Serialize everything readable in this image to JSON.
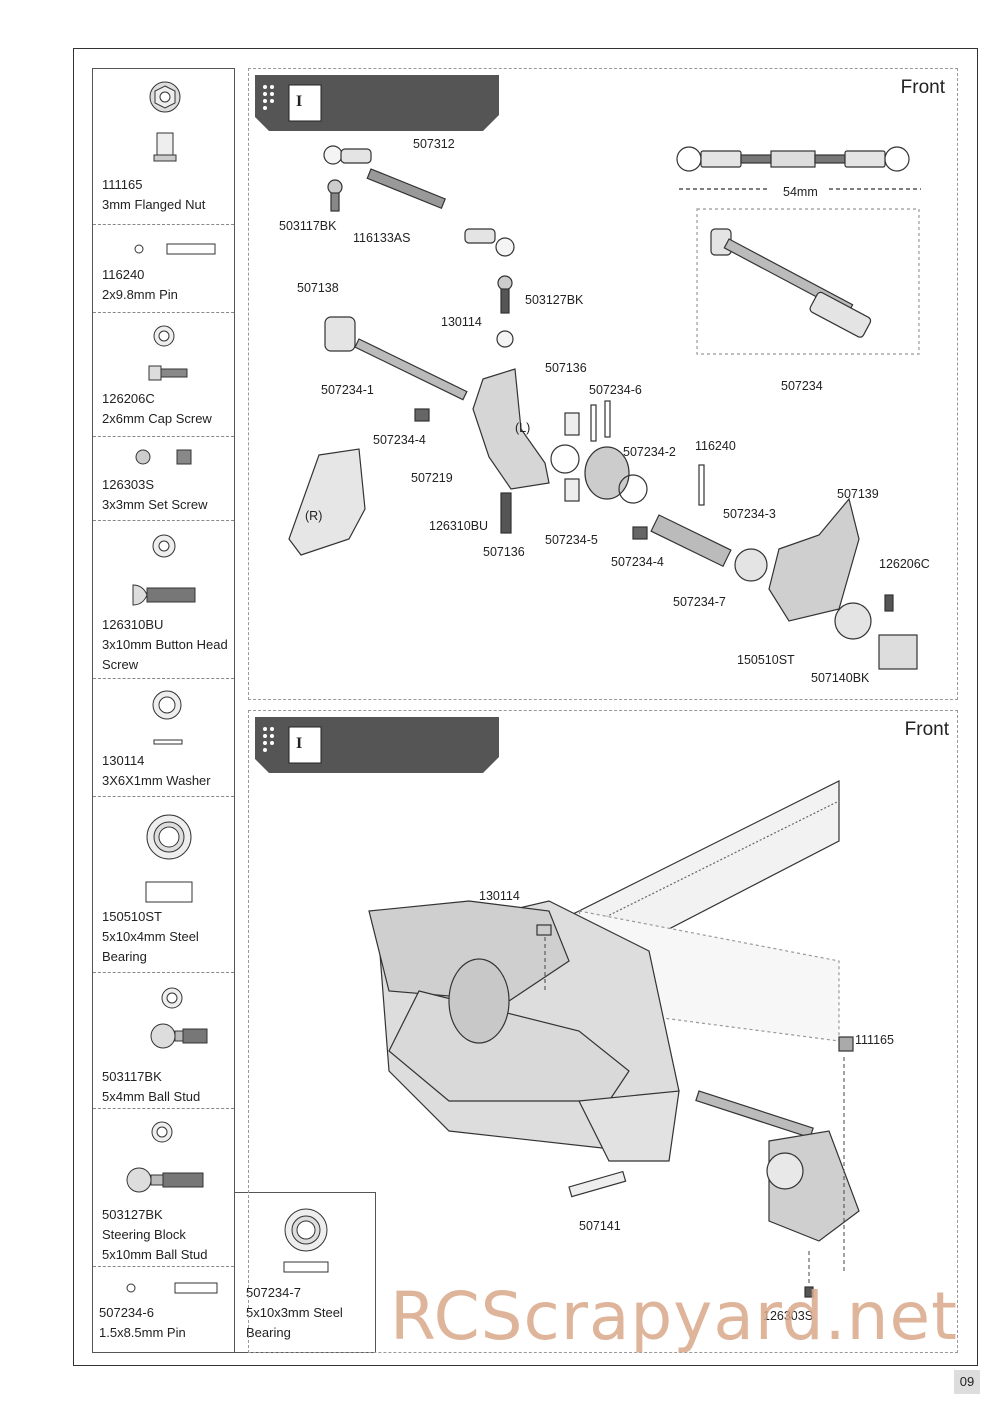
{
  "page_number": "09",
  "watermark": "RCScrapyard.net",
  "sidebar": [
    {
      "part": "111165",
      "desc": "3mm Flanged Nut"
    },
    {
      "part": "116240",
      "desc": "2x9.8mm Pin"
    },
    {
      "part": "126206C",
      "desc": "2x6mm Cap Screw"
    },
    {
      "part": "126303S",
      "desc": "3x3mm Set Screw"
    },
    {
      "part": "126310BU",
      "desc": "3x10mm Button Head\nScrew"
    },
    {
      "part": "130114",
      "desc": "3X6X1mm Washer"
    },
    {
      "part": "150510ST",
      "desc": "5x10x4mm Steel\nBearing"
    },
    {
      "part": "503117BK",
      "desc": "5x4mm Ball Stud"
    },
    {
      "part": "503127BK",
      "desc": "Steering Block\n5x10mm Ball Stud"
    },
    {
      "part": "507234-6",
      "desc": "1.5x8.5mm Pin"
    },
    {
      "part": "507234-7",
      "desc": "5x10x3mm Steel\nBearing"
    }
  ],
  "step1": {
    "step_letter": "I",
    "orientation": "Front",
    "dimension": "54mm",
    "labels": [
      "507312",
      "503117BK",
      "116133AS",
      "503127BK",
      "507138",
      "130114",
      "507234-1",
      "507136",
      "507234-6",
      "507234-4",
      "(L)",
      "507219",
      "507234-2",
      "116240",
      "(R)",
      "126310BU",
      "507136",
      "507234-5",
      "507234-4",
      "507234-3",
      "507139",
      "126206C",
      "507234-7",
      "150510ST",
      "507140BK",
      "507234"
    ]
  },
  "step2": {
    "step_letter": "I",
    "orientation": "Front",
    "labels": [
      "130114",
      "111165",
      "507141",
      "126303S"
    ]
  }
}
